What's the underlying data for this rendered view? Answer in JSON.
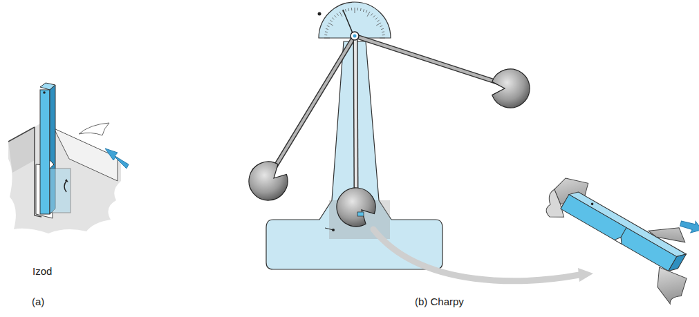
{
  "diagram": {
    "labels": [
      "Izod",
      "(a)",
      "(b) Charpy"
    ]
  }
}
